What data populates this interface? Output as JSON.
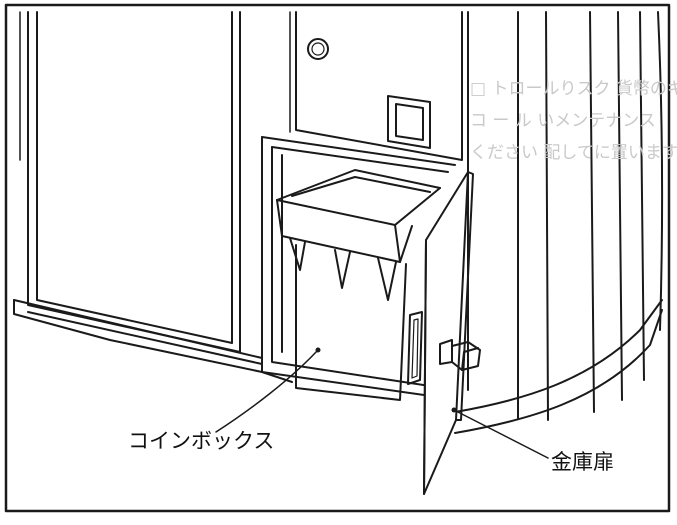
{
  "labels": {
    "coin_box": "コインボックス",
    "safe_door": "金庫扉"
  },
  "colors": {
    "line": "#1a1a1a",
    "paper": "#ffffff",
    "ghost_text": "#c9c9c9"
  },
  "ghost_text_lines": [
    "□ トロールりスク 貨幣のキミ・",
    "コ ー ル いメンテナンス",
    "ください 配してに置います。"
  ]
}
